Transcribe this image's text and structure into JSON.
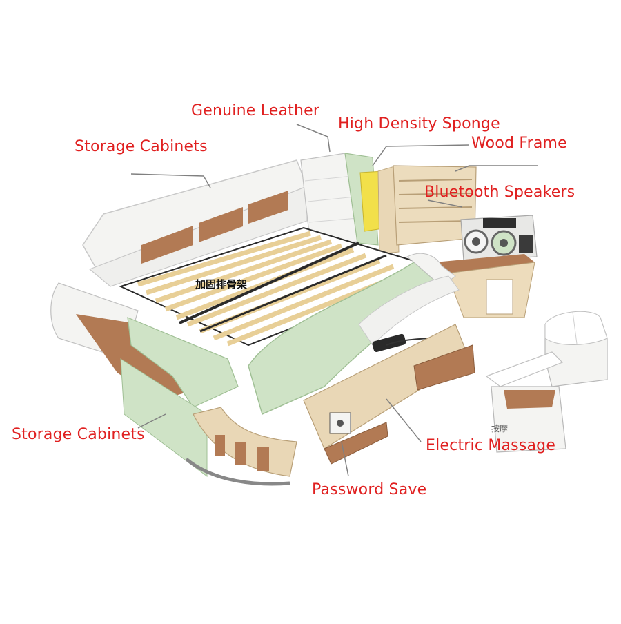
{
  "labels": {
    "genuine_leather": "Genuine Leather",
    "high_density_sponge": "High Density Sponge",
    "wood_frame": "Wood Frame",
    "storage_cabinets_top": "Storage Cabinets",
    "bluetooth_speakers": "Bluetooth Speakers",
    "storage_cabinets_bottom": "Storage Cabinets",
    "electric_massage": "Electric Massage",
    "password_save": "Password Save",
    "slat_frame_cn": "加固排骨架",
    "massage_cn": "按摩"
  },
  "colors": {
    "label": "#e02020",
    "leather_white": "#f4f4f2",
    "leather_green": "#cfe3c6",
    "sponge_yellow": "#f2e04a",
    "wood_light": "#e9d7b6",
    "wood_brown": "#b27a54",
    "slat": "#f1dcaa",
    "frame_dark": "#2a2a2a"
  }
}
